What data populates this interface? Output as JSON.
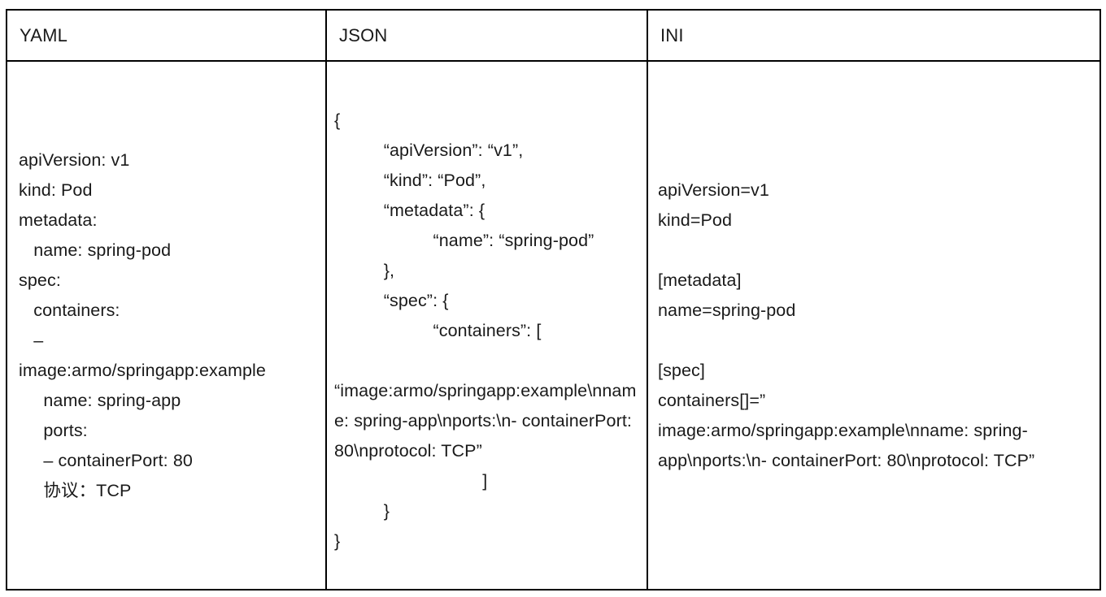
{
  "table": {
    "columns": [
      {
        "key": "yaml",
        "header": "YAML"
      },
      {
        "key": "json",
        "header": "JSON"
      },
      {
        "key": "ini",
        "header": "INI"
      }
    ],
    "cells": {
      "yaml": "apiVersion: v1\nkind: Pod\nmetadata:\n   name: spring-pod\nspec:\n   containers:\n   –\nimage:armo/springapp:example\n     name: spring-app\n     ports:\n     – containerPort: 80\n     协议：TCP",
      "json": "{\n          “apiVersion”: “v1”,\n          “kind”: “Pod”,\n          “metadata”: {\n                    “name”: “spring-pod”\n          },\n          “spec”: {\n                    “containers”: [\n\n“image:armo/springapp:example\\nname: spring-app\\nports:\\n- containerPort: 80\\nprotocol: TCP”\n                              ]\n          }\n}",
      "ini": "apiVersion=v1\nkind=Pod\n\n[metadata]\nname=spring-pod\n\n[spec]\ncontainers[]=”\nimage:armo/springapp:example\\nname: spring-app\\nports:\\n- containerPort: 80\\nprotocol: TCP”"
    }
  },
  "style": {
    "border_color": "#000000",
    "text_color": "#1a1a1a",
    "background": "#ffffff"
  }
}
